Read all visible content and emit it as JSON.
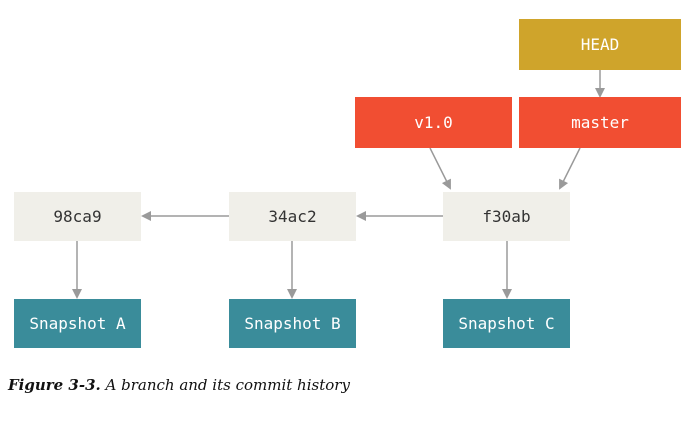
{
  "colors": {
    "commit": "#f0efe9",
    "tag": "#f14e32",
    "head": "#cfa42b",
    "snapshot": "#3a8c9a",
    "arrow": "#9a9a9a"
  },
  "pointers": {
    "head": "HEAD",
    "tag_v1": "v1.0",
    "branch_master": "master"
  },
  "commits": [
    {
      "id": "98ca9",
      "snapshot": "Snapshot A"
    },
    {
      "id": "34ac2",
      "snapshot": "Snapshot B"
    },
    {
      "id": "f30ab",
      "snapshot": "Snapshot C"
    }
  ],
  "caption": {
    "figure_label": "Figure 3-3.",
    "text": "A branch and its commit history"
  }
}
